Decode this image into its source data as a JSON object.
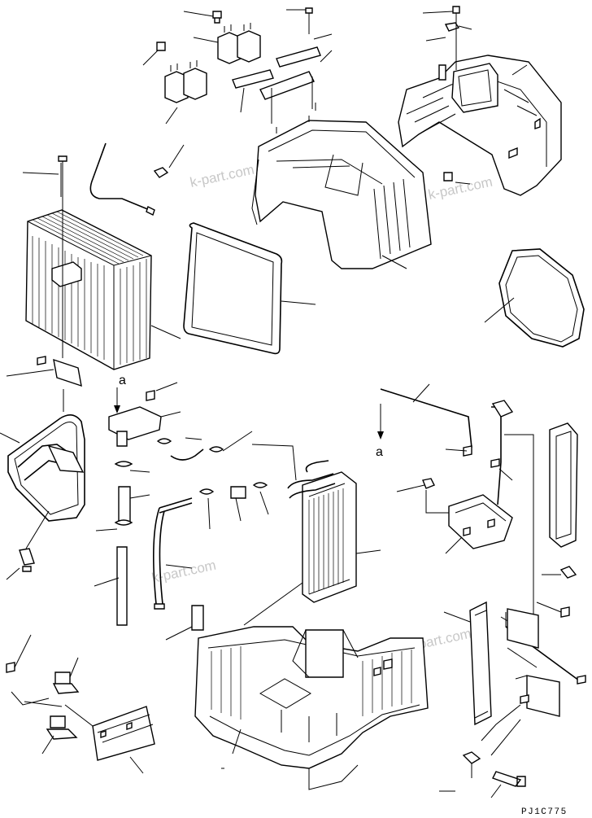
{
  "diagram": {
    "view_labels": [
      "a",
      "a"
    ],
    "watermark": "k-part.com",
    "drawing_code": "PJ1C775"
  }
}
